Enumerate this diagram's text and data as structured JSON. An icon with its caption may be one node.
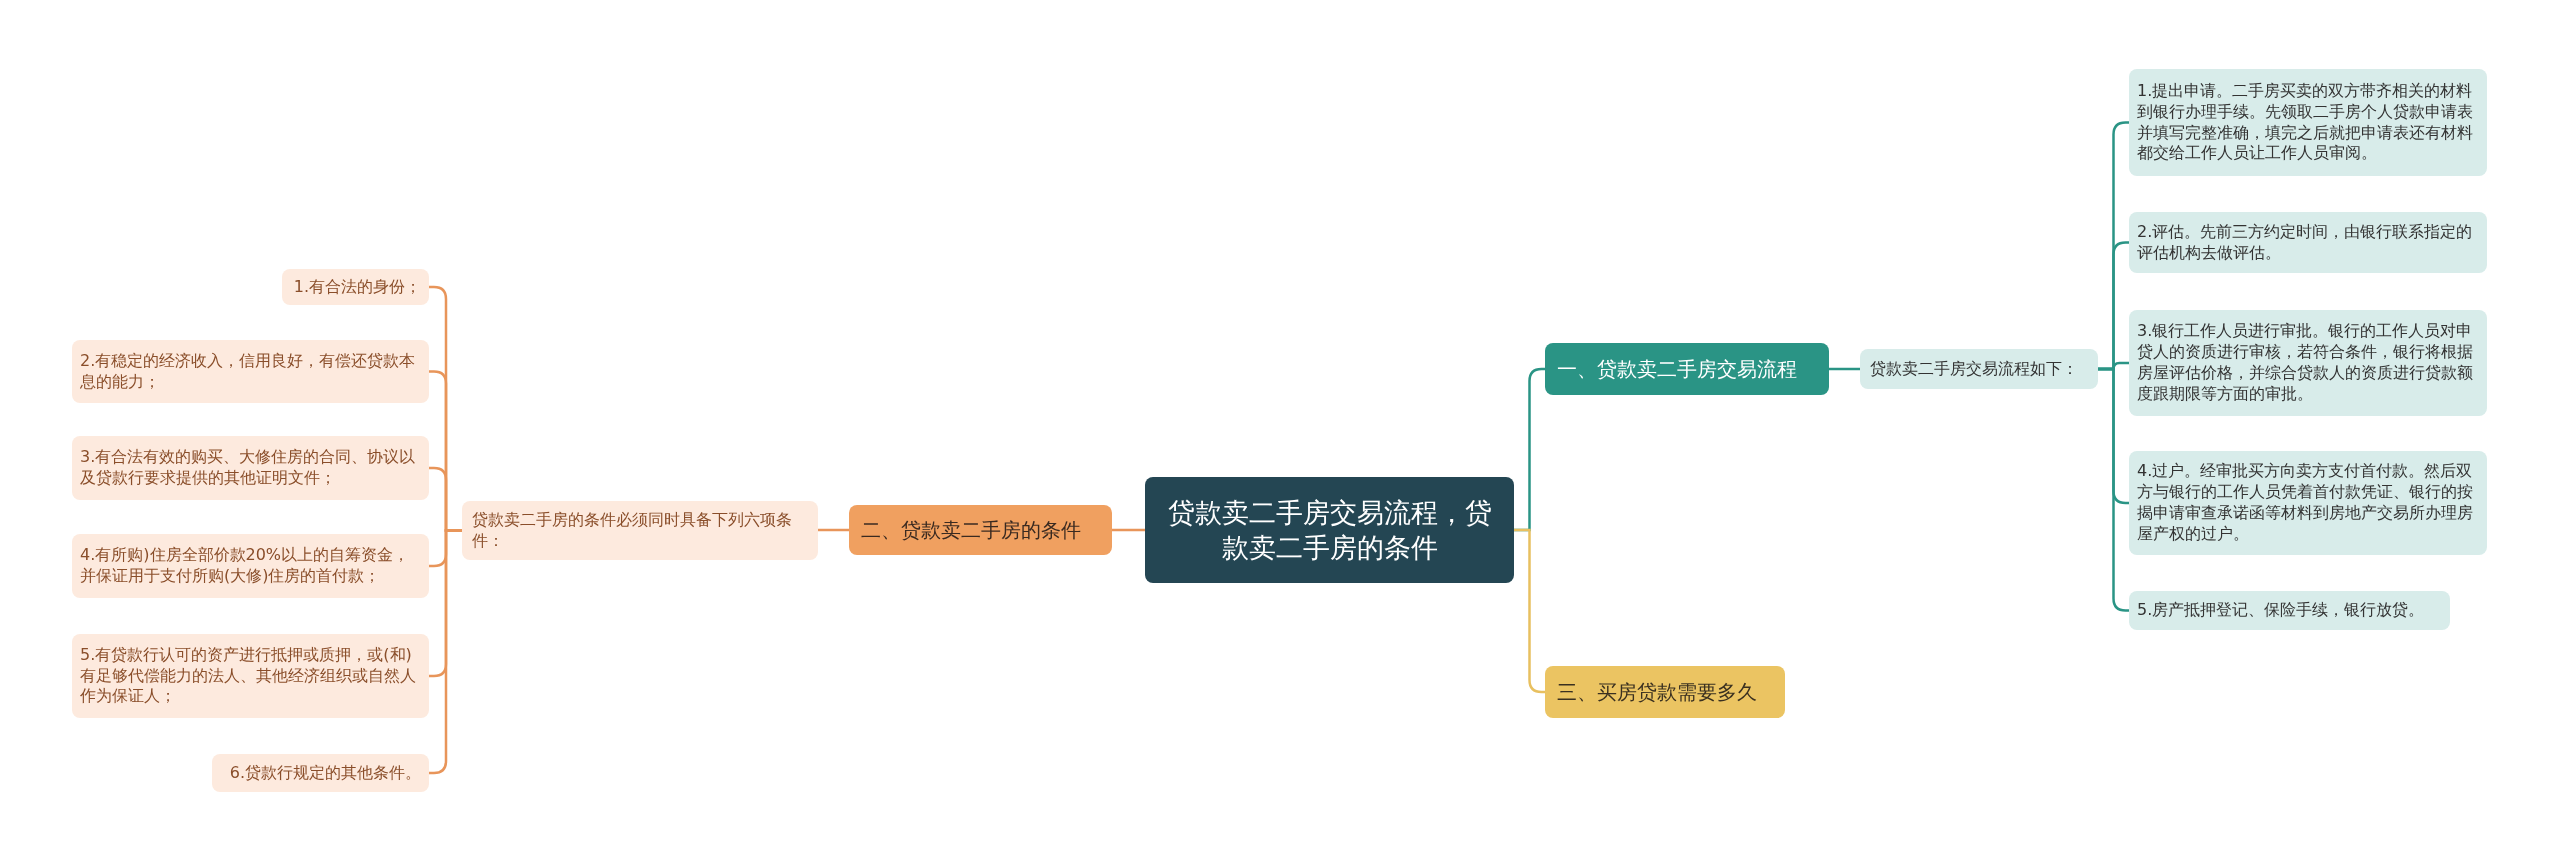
{
  "diagram": {
    "nodes": [
      {
        "text": [
          "贷款卖二手房交易流程，贷款卖二手房的条件"
        ]
      },
      {
        "text": [
          "一、贷款卖二手房交易流程"
        ]
      },
      {
        "text": [
          "贷款卖二手房交易流程如下："
        ]
      },
      {
        "text": [
          "1.提出申请。二手房买卖的双方带齐相关的材料到银行办理手续。先领取二手房个人贷款申请表并填写完整准确，填完之后就把申请表还有材料都交给工作人员让工作人员审阅。"
        ]
      },
      {
        "text": [
          "2.评估。先前三方约定时间，由银行联系指定的评估机构去做评估。"
        ]
      },
      {
        "text": [
          "3.银行工作人员进行审批。银行的工作人员对申贷人的资质进行审核，若符合条件，银行将根据房屋评估价格，并综合贷款人的资质进行贷款额度跟期限等方面的审批。"
        ]
      },
      {
        "text": [
          "4.过户。经审批买方向卖方支付首付款。然后双方与银行的工作人员凭着首付款凭证、银行的按揭申请审查承诺函等材料到房地产交易所办理房屋产权的过户。"
        ]
      },
      {
        "text": [
          "5.房产抵押登记、保险手续，银行放贷。"
        ]
      },
      {
        "text": [
          "二、贷款卖二手房的条件"
        ]
      },
      {
        "text": [
          "贷款卖二手房的条件必须同时具备下列六项条件："
        ]
      },
      {
        "text": [
          "1.有合法的身份；"
        ]
      },
      {
        "text": [
          "2.有稳定的经济收入，信用良好，有偿还贷款本息的能力；"
        ]
      },
      {
        "text": [
          "3.有合法有效的购买、大修住房的合同、协议以及贷款行要求提供的其他证明文件；"
        ]
      },
      {
        "text": [
          "4.有所购)住房全部价款20%以上的自筹资金，并保证用于支付所购(大修)住房的首付款；"
        ]
      },
      {
        "text": [
          "5.有贷款行认可的资产进行抵押或质押，或(和)有足够代偿能力的法人、其他经济组织或自然人作为保证人；"
        ]
      },
      {
        "text": [
          "6.贷款行规定的其他条件。"
        ]
      },
      {
        "text": [
          "三、买房贷款需要多久"
        ]
      }
    ],
    "edges": [
      {
        "from": 0,
        "to": 1,
        "arrow": "none",
        "color": "#2a9485"
      },
      {
        "from": 1,
        "to": 2,
        "arrow": "none",
        "color": "#2a9485"
      },
      {
        "from": 2,
        "to": 3,
        "arrow": "none",
        "color": "#2a9485"
      },
      {
        "from": 2,
        "to": 4,
        "arrow": "none",
        "color": "#2a9485"
      },
      {
        "from": 2,
        "to": 5,
        "arrow": "none",
        "color": "#2a9485"
      },
      {
        "from": 2,
        "to": 6,
        "arrow": "none",
        "color": "#2a9485"
      },
      {
        "from": 2,
        "to": 7,
        "arrow": "none",
        "color": "#2a9485"
      },
      {
        "from": 0,
        "to": 8,
        "arrow": "none"
      },
      {
        "from": 8,
        "to": 9,
        "arrow": "none"
      },
      {
        "from": 9,
        "to": 10,
        "arrow": "none"
      },
      {
        "from": 9,
        "to": 11,
        "arrow": "none"
      },
      {
        "from": 9,
        "to": 12,
        "arrow": "none"
      },
      {
        "from": 9,
        "to": 13,
        "arrow": "none"
      },
      {
        "from": 9,
        "to": 14,
        "arrow": "none"
      },
      {
        "from": 9,
        "to": 15,
        "arrow": "none"
      },
      {
        "from": 0,
        "to": 16,
        "arrow": "none",
        "color": "#e8c060"
      }
    ]
  }
}
